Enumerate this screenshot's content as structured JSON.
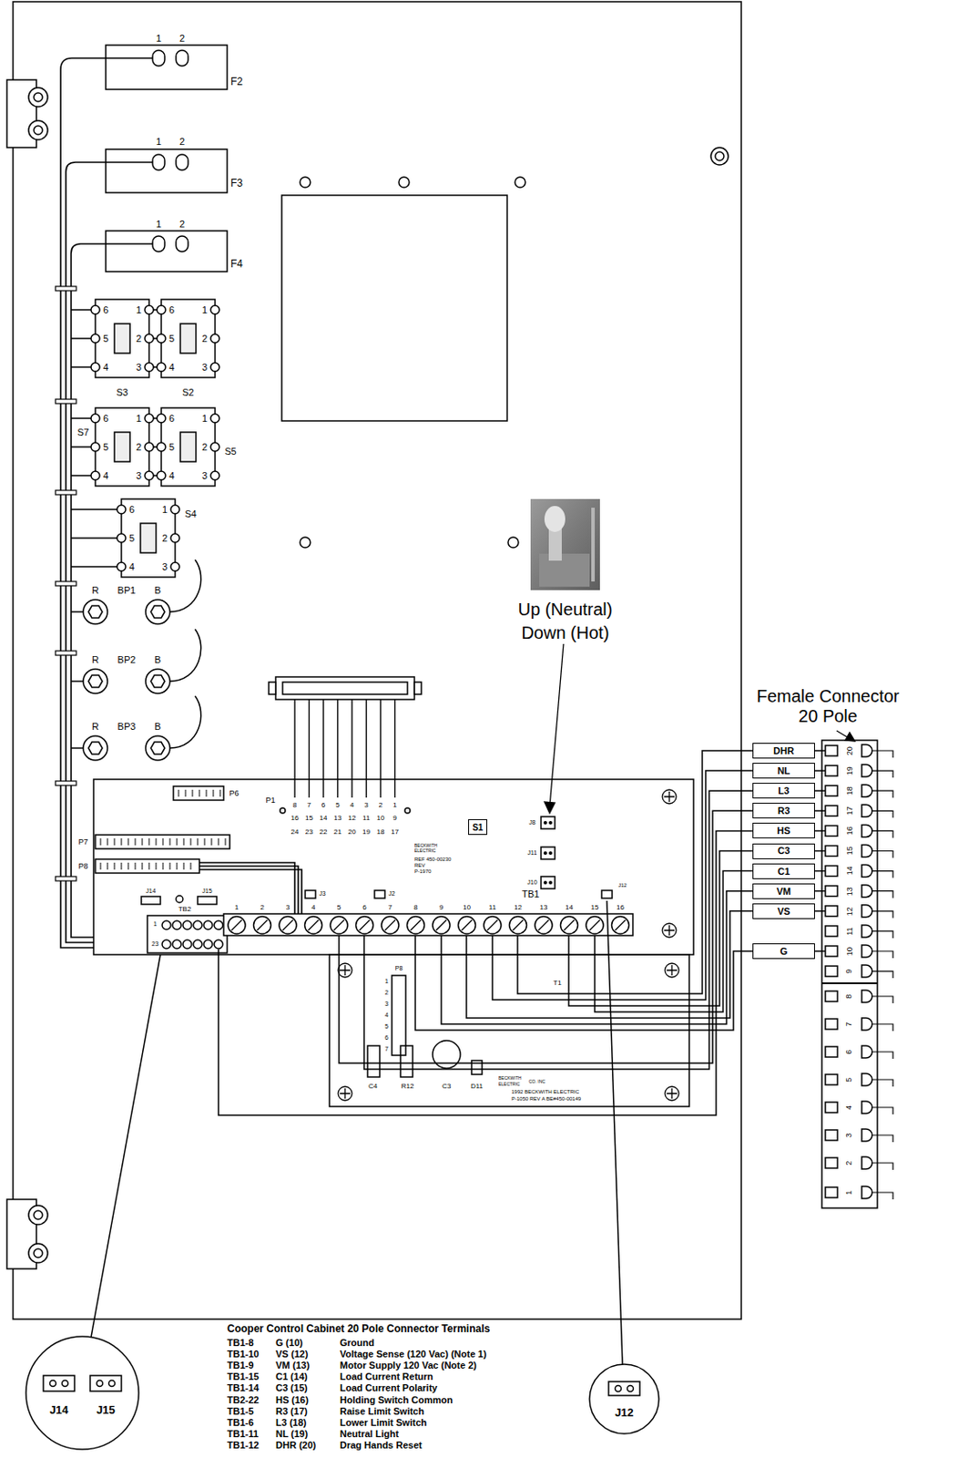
{
  "diagram": {
    "nodes": [
      {
        "text": [
          "S1"
        ]
      },
      {
        "text": [
          "DHR"
        ]
      },
      {
        "text": [
          "NL"
        ]
      },
      {
        "text": [
          "L3"
        ]
      },
      {
        "text": [
          "R3"
        ]
      },
      {
        "text": [
          "HS"
        ]
      },
      {
        "text": [
          "C3"
        ]
      },
      {
        "text": [
          "C1"
        ]
      },
      {
        "text": [
          "VM"
        ]
      },
      {
        "text": [
          "VS"
        ]
      },
      {
        "text": [
          "G"
        ]
      }
    ],
    "labels": [
      "1",
      "2",
      "F2",
      "1",
      "2",
      "F3",
      "1",
      "2",
      "F4",
      "6",
      "1",
      "5",
      "2",
      "4",
      "3",
      "S3",
      "6",
      "1",
      "5",
      "2",
      "4",
      "3",
      "S2",
      "6",
      "1",
      "5",
      "2",
      "4",
      "3",
      "S7",
      "6",
      "1",
      "5",
      "2",
      "4",
      "3",
      "S5",
      "6",
      "1",
      "5",
      "2",
      "4",
      "3",
      "S4",
      "R",
      "BP1",
      "B",
      "R",
      "BP2",
      "B",
      "R",
      "BP3",
      "B",
      "P6",
      "P1",
      "8",
      "7",
      "6",
      "5",
      "4",
      "3",
      "2",
      "1",
      "16",
      "15",
      "14",
      "13",
      "12",
      "11",
      "10",
      "9",
      "24",
      "23",
      "22",
      "21",
      "20",
      "19",
      "18",
      "17",
      "P7",
      "P8",
      "BECKWITH",
      "ELECTRIC",
      "REF 450-00230",
      "REV",
      "P-1970",
      "J8",
      "J11",
      "J10",
      "Up (Neutral)",
      "Down (Hot)",
      "J14",
      "J15",
      "TB2",
      "1",
      "23",
      "J3",
      "J2",
      "TB1",
      "J12",
      "1",
      "2",
      "3",
      "4",
      "5",
      "6",
      "7",
      "8",
      "9",
      "10",
      "11",
      "12",
      "13",
      "14",
      "15",
      "16",
      "P8",
      "1",
      "2",
      "3",
      "4",
      "5",
      "6",
      "7",
      "T1",
      "C4",
      "R12",
      "C3",
      "D11",
      "BECKWITH",
      "ELECTRIC",
      "CO. INC",
      "1992 BECKWITH ELECTRIC",
      "P-1050 REV A BE#450-00149",
      "Female Connector 20 Pole",
      "20",
      "19",
      "18",
      "17",
      "16",
      "15",
      "14",
      "13",
      "12",
      "11",
      "10",
      "9",
      "8",
      "7",
      "6",
      "5",
      "4",
      "3",
      "2",
      "1",
      "Cooper Control Cabinet 20 Pole Connector Terminals",
      "TB1-8",
      "G (10)",
      "Ground",
      "TB1-10",
      "VS (12)",
      "Voltage Sense (120 Vac) (Note 1)",
      "TB1-9",
      "VM (13)",
      "Motor Supply 120 Vac (Note 2)",
      "TB1-15",
      "C1 (14)",
      "Load Current Return",
      "TB1-14",
      "C3 (15)",
      "Load Current Polarity",
      "TB2-22",
      "HS (16)",
      "Holding Switch Common",
      "TB1-5",
      "R3 (17)",
      "Raise Limit Switch",
      "TB1-6",
      "L3 (18)",
      "Lower Limit Switch",
      "TB1-11",
      "NL (19)",
      "Neutral Light",
      "TB1-12",
      "DHR (20)",
      "Drag Hands Reset",
      "J14",
      "J15",
      "J12"
    ]
  }
}
